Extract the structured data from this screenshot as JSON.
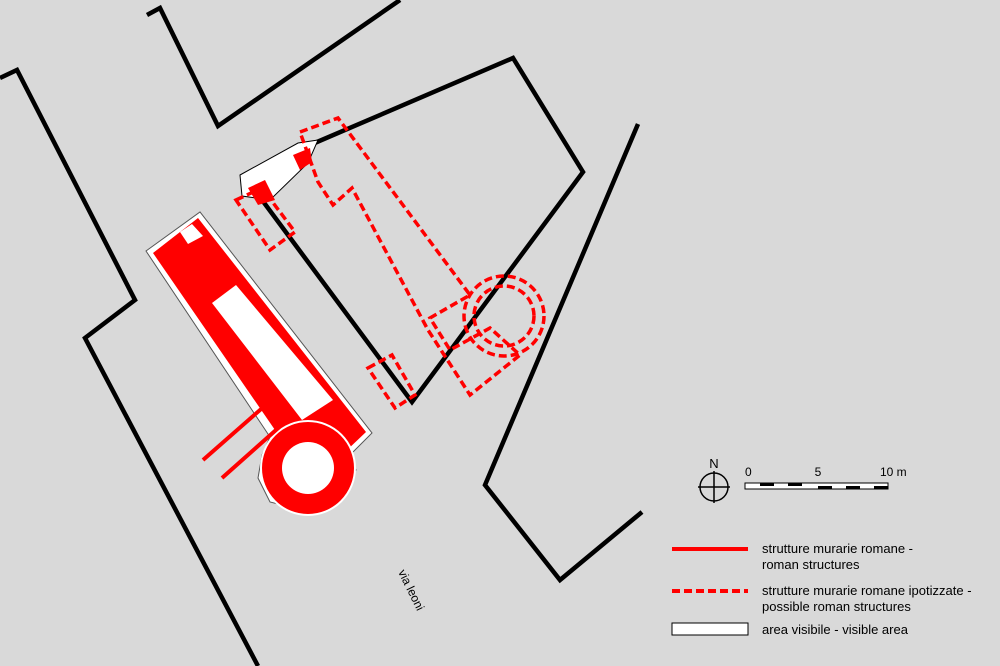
{
  "north": {
    "label": "N"
  },
  "scale": {
    "ticks": [
      "0",
      "5",
      "10 m"
    ]
  },
  "street": {
    "name": "via leoni"
  },
  "legend": {
    "roman_structures": {
      "line1": "strutture murarie romane -",
      "line2": "roman structures",
      "color": "#ff0000"
    },
    "possible_roman_structures": {
      "line1": "strutture murarie romane ipotizzate -",
      "line2": "possible roman structures",
      "color": "#ff0000"
    },
    "visible_area": {
      "line1": "area visibile - visible area",
      "color": "#ffffff"
    }
  },
  "colors": {
    "background": "#d9d9d9",
    "walls": "#000000",
    "roman": "#ff0000",
    "visible": "#ffffff"
  }
}
